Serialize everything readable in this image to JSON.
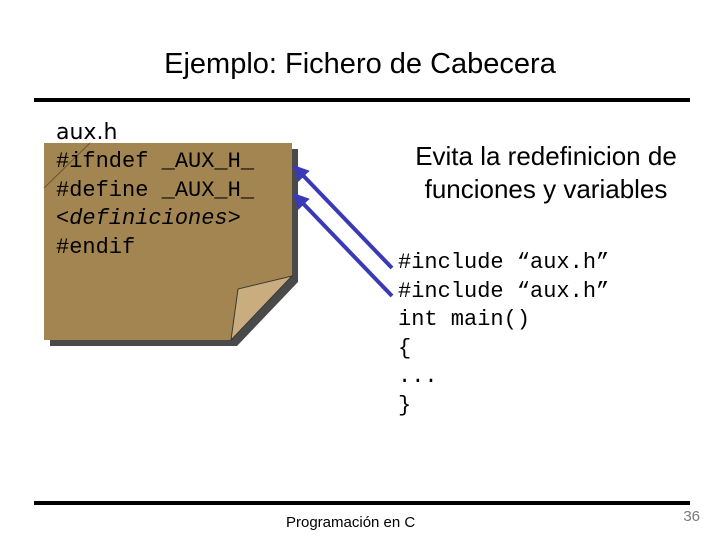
{
  "slide": {
    "title": "Ejemplo: Fichero de Cabecera",
    "footer": "Programación en C",
    "page_number": "36"
  },
  "note": {
    "filename": "aux.h",
    "lines": [
      "#ifndef _AUX_H_",
      "#define _AUX_H_",
      "<definiciones>",
      "#endif"
    ],
    "color": "#a38552"
  },
  "callout": {
    "line1": "Evita la redefinicion de",
    "line2": "funciones y variables"
  },
  "code": {
    "lines": [
      "#include “aux.h”",
      "#include “aux.h”",
      "int main()",
      "{",
      "...",
      "}"
    ]
  },
  "colors": {
    "arrow": "#3a3ab8"
  }
}
